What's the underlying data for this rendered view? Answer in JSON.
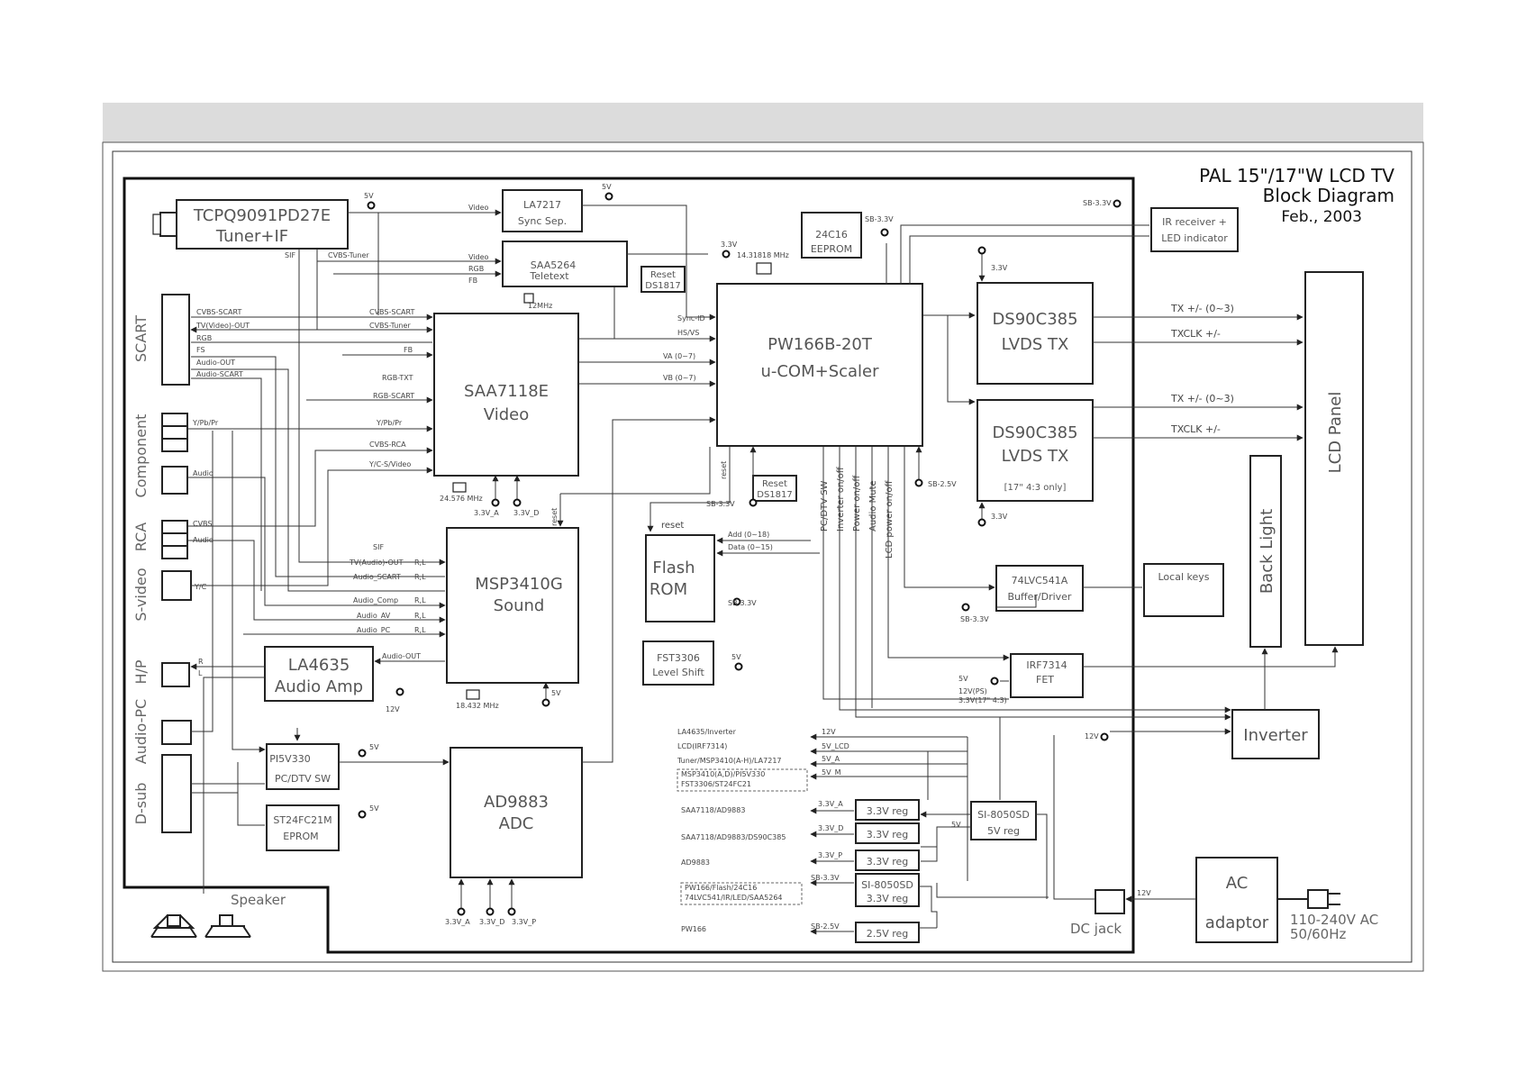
{
  "title": {
    "line1": "PAL 15\"/17\"W LCD TV",
    "line2": "Block Diagram",
    "line3": "Feb., 2003"
  },
  "blocks": {
    "tuner": {
      "name": "TCPQ9091PD27E",
      "sub": "Tuner+IF"
    },
    "la7217": {
      "name": "LA7217",
      "sub": "Sync Sep."
    },
    "saa5264": {
      "name": "SAA5264",
      "sub": "Teletext"
    },
    "reset1": {
      "name": "Reset",
      "sub": "DS1817"
    },
    "eeprom": {
      "name": "24C16",
      "sub": "EEPROM"
    },
    "pw166": {
      "name": "PW166B-20T",
      "sub": "u-COM+Scaler"
    },
    "lvds1": {
      "name": "DS90C385",
      "sub": "LVDS TX"
    },
    "lvds2": {
      "name": "DS90C385",
      "sub": "LVDS TX",
      "note": "[17\" 4:3 only]"
    },
    "saa7118": {
      "name": "SAA7118E",
      "sub": "Video"
    },
    "msp": {
      "name": "MSP3410G",
      "sub": "Sound"
    },
    "reset2": {
      "name": "Reset",
      "sub": "DS1817"
    },
    "flash": {
      "name": "Flash",
      "sub": "ROM"
    },
    "fst": {
      "name": "FST3306",
      "sub": "Level Shift"
    },
    "buffer": {
      "name": "74LVC541A",
      "sub": "Buffer/Driver"
    },
    "localkeys": {
      "name": "Local keys"
    },
    "fet": {
      "name": "IRF7314",
      "sub": "FET"
    },
    "la4635": {
      "name": "LA4635",
      "sub": "Audio Amp"
    },
    "pi5v": {
      "name": "PI5V330",
      "sub": "PC/DTV SW"
    },
    "st24": {
      "name": "ST24FC21M",
      "sub": "EPROM"
    },
    "ad9883": {
      "name": "AD9883",
      "sub": "ADC"
    },
    "ir": {
      "name": "IR receiver +",
      "sub": "LED indicator"
    },
    "backlight": {
      "name": "Back Light"
    },
    "lcdpanel": {
      "name": "LCD Panel"
    },
    "inverter": {
      "name": "Inverter"
    },
    "ac": {
      "name": "AC",
      "sub": "adaptor"
    },
    "si8050": {
      "name": "SI-8050SD",
      "sub": "5V reg"
    },
    "si8050b": {
      "name": "SI-8050SD",
      "sub": "3.3V reg"
    },
    "reg33a": {
      "name": "3.3V reg"
    },
    "reg33d": {
      "name": "3.3V reg"
    },
    "reg33p": {
      "name": "3.3V reg"
    },
    "reg25": {
      "name": "2.5V reg"
    }
  },
  "side_labels": {
    "scart": "SCART",
    "component": "Component",
    "rca": "RCA",
    "svideo": "S-video",
    "hp": "H/P",
    "audiopc": "Audio-PC",
    "dsub": "D-sub",
    "speaker": "Speaker",
    "dcjack": "DC jack",
    "acin": "110-240V AC",
    "freq": "50/60Hz"
  },
  "signals": {
    "video": "Video",
    "cvbs_tuner": "CVBS-Tuner",
    "sif": "SIF",
    "rgb": "RGB",
    "fb": "FB",
    "cvbs_scart_l": "CVBS-SCART",
    "tv_video_out": "TV(Video)-OUT",
    "rgb_l": "RGB",
    "fs": "FS",
    "audio_out": "Audio-OUT",
    "audio_scart_l": "Audio-SCART",
    "cvbs_scart": "CVBS-SCART",
    "cvbs_tuner2": "CVBS-Tuner",
    "fb2": "FB",
    "rgb_txt": "RGB-TXT",
    "rgb_scart": "RGB-SCART",
    "ypbpr": "Y/Pb/Pr",
    "ypbpr2": "Y/Pb/Pr",
    "audio_comp": "Audio",
    "cvbs_rca_l": "CVBS",
    "audio_rca": "Audio",
    "yc": "Y/C",
    "cvbs_rca": "CVBS-RCA",
    "yc_svideo": "Y/C-S/Video",
    "sif2": "SIF",
    "tv_audio_out": "TV(Audio)-OUT",
    "audio_scart": "Audio_SCART",
    "audio_comp2": "Audio_Comp",
    "audio_av": "Audio_AV",
    "audio_pc": "Audio_PC",
    "rl": "R,L",
    "audio_out2": "Audio-OUT",
    "sync_id": "Sync-ID",
    "hsvs": "HS/VS",
    "va": "VA (0~7)",
    "vb": "VB (0~7)",
    "tx1": "TX +/- (0~3)",
    "txclk1": "TXCLK +/-",
    "tx2": "TX +/- (0~3)",
    "txclk2": "TXCLK +/-",
    "addr": "Add (0~18)",
    "data": "Data (0~15)",
    "reset_a": "reset",
    "reset_b": "reset",
    "reset_c": "reset",
    "ctl1": "PC/DTV SW",
    "ctl2": "Inverter on/off",
    "ctl3": "Power on/off",
    "ctl4": "Audio Mute",
    "ctl5": "LCD power on/off",
    "x1": "14.31818 MHz",
    "x2": "12MHz",
    "x3": "24.576 MHz",
    "x4": "18.432 MHz",
    "v5": "5V",
    "v33": "3.3V",
    "v12": "12V",
    "sb33": "SB-3.3V",
    "sb25": "SB-2.5V",
    "v33a": "3.3V_A",
    "v33d": "3.3V_D",
    "v33p": "3.3V_P",
    "fet_v1": "12V(PS)",
    "fet_v2": "3.3V(17\" 4:3)",
    "l": "L",
    "r": "R"
  },
  "power_loads": [
    "LA4635/Inverter",
    "LCD(IRF7314)",
    "Tuner/MSP3410(A-H)/LA7217",
    "MSP3410(A,D)/PI5V330",
    "FST3306/ST24FC21",
    "SAA7118/AD9883",
    "SAA7118/AD9883/DS90C385",
    "AD9883",
    "PW166/Flash/24C16",
    "74LVC541/IR/LED/SAA5264",
    "PW166"
  ],
  "power_rails": [
    "12V",
    "5V_LCD",
    "5V_A",
    "5V_M",
    "3.3V_A",
    "3.3V_D",
    "3.3V_P",
    "SB-3.3V",
    "SB-2.5V"
  ]
}
